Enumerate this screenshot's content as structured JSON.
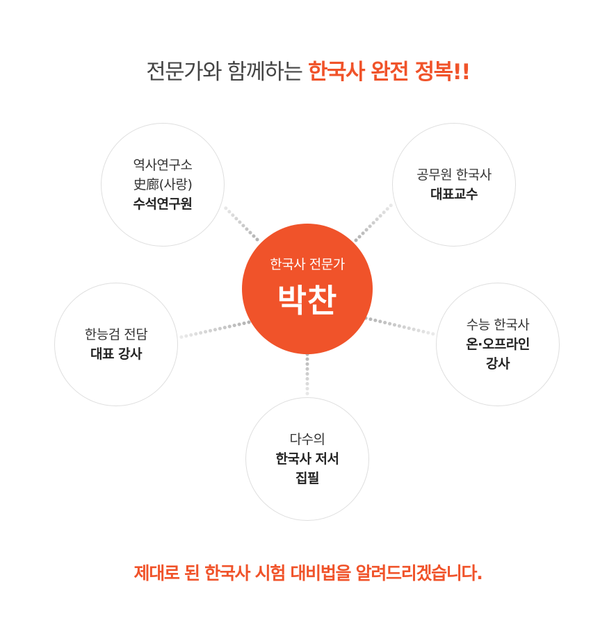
{
  "headline": {
    "prefix": "전문가와 함께하는 ",
    "highlight": "한국사 완전 정복!!"
  },
  "center_node": {
    "subtitle": "한국사 전문가",
    "name": "박찬"
  },
  "nodes": [
    {
      "lines": [
        "역사연구소",
        "史廊(사랑)"
      ],
      "bold_lines": [
        "수석연구원"
      ]
    },
    {
      "lines": [
        "공무원 한국사"
      ],
      "bold_lines": [
        "대표교수"
      ]
    },
    {
      "lines": [
        "한능검 전담"
      ],
      "bold_lines": [
        "대표 강사"
      ]
    },
    {
      "lines": [
        "수능 한국사"
      ],
      "bold_lines": [
        "온·오프라인",
        "강사"
      ]
    },
    {
      "lines": [
        "다수의"
      ],
      "bold_lines": [
        "한국사 저서",
        "집필"
      ]
    }
  ],
  "footer": "제대로 된 한국사 시험 대비법을 알려드리겠습니다.",
  "colors": {
    "accent": "#f0532a",
    "circle_border": "#dedede",
    "dot_dark": "#b5b5b5",
    "dot_light": "#e6e6e6",
    "text": "#333333"
  }
}
